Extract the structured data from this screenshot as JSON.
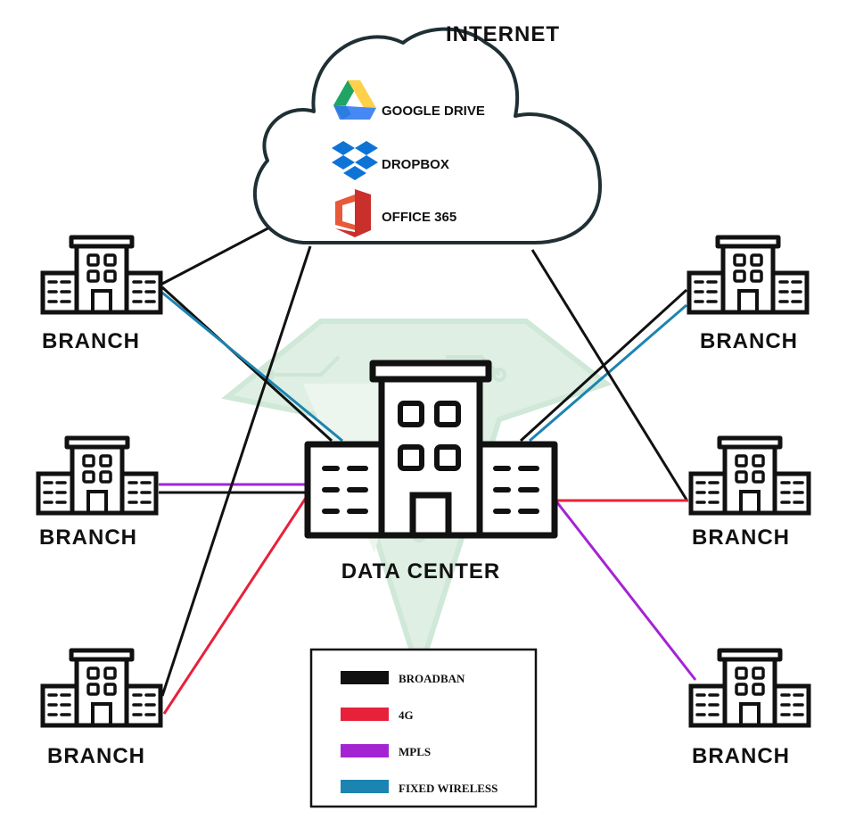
{
  "title": "INTERNET",
  "cloud_services": [
    {
      "label": "GOOGLE DRIVE",
      "icon": "google-drive-icon"
    },
    {
      "label": "DROPBOX",
      "icon": "dropbox-icon"
    },
    {
      "label": "OFFICE 365",
      "icon": "office-365-icon"
    }
  ],
  "data_center": {
    "label": "DATA CENTER",
    "icon": "building-icon"
  },
  "branches": [
    {
      "label": "BRANCH"
    },
    {
      "label": "BRANCH"
    },
    {
      "label": "BRANCH"
    },
    {
      "label": "BRANCH"
    },
    {
      "label": "BRANCH"
    },
    {
      "label": "BRANCH"
    }
  ],
  "legend": [
    {
      "label": "BROADBAN",
      "color": "#111111"
    },
    {
      "label": "4G",
      "color": "#e8213a"
    },
    {
      "label": "MPLS",
      "color": "#a424d4"
    },
    {
      "label": "FIXED WIRELESS",
      "color": "#1c84b0"
    }
  ],
  "colors": {
    "watermark": "#cfe8d6"
  }
}
